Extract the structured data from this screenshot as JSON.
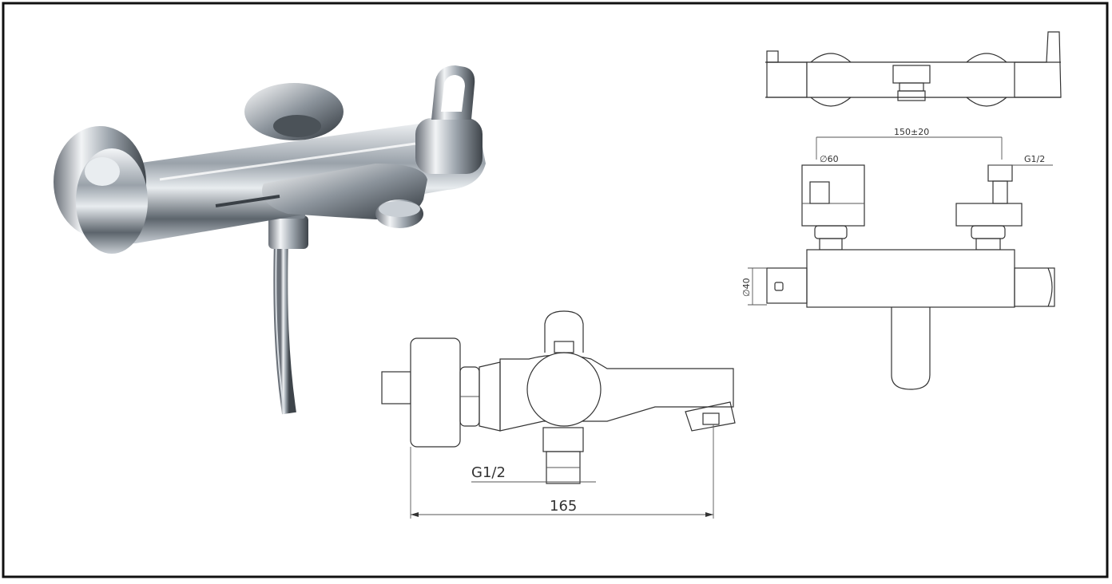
{
  "drawing": {
    "top_view": {
      "spacing_label": "150±20"
    },
    "front_view": {
      "diameter_label": "∅60",
      "thread_label": "G1/2",
      "height_label": "∅40"
    },
    "side_view": {
      "thread_label": "G1/2",
      "depth_label": "165"
    }
  }
}
